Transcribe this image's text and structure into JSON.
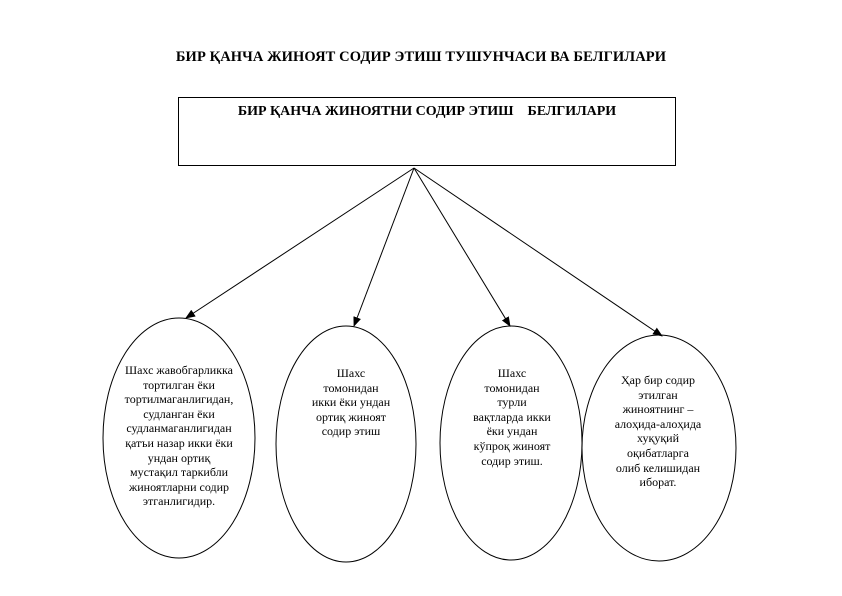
{
  "title": "БИР ҚАНЧА ЖИНОЯТ СОДИР ЭТИШ ТУШУНЧАСИ ВА БЕЛГИЛАРИ",
  "header_box": {
    "text": "БИР ҚАНЧА ЖИНОЯТНИ СОДИР ЭТИШ    БЕЛГИЛАРИ"
  },
  "nodes": [
    {
      "lines": [
        "Шахс жавобгарликка",
        "тортилган ёки",
        "тортилмаганлигидан,",
        "судланган ёки",
        "судланмаганлигидан",
        "қатъи назар икки ёки",
        "ундан ортиқ",
        "мустақил таркибли",
        "жиноятларни содир",
        "этганлигидир."
      ]
    },
    {
      "lines": [
        "Шахс",
        "томонидан",
        "икки ёки ундан",
        "ортиқ  жиноят",
        "содир этиш"
      ]
    },
    {
      "lines": [
        "Шахс",
        "томонидан",
        "турли",
        "вақтларда икки",
        "ёки ундан",
        "кўпроқ жиноят",
        "содир этиш."
      ]
    },
    {
      "lines": [
        "Ҳар бир содир",
        "этилган",
        "жиноятнинг –",
        "алоҳида-алоҳида",
        "хуқуқий",
        "оқибатларга",
        "олиб келишидан",
        "иборат."
      ]
    }
  ]
}
